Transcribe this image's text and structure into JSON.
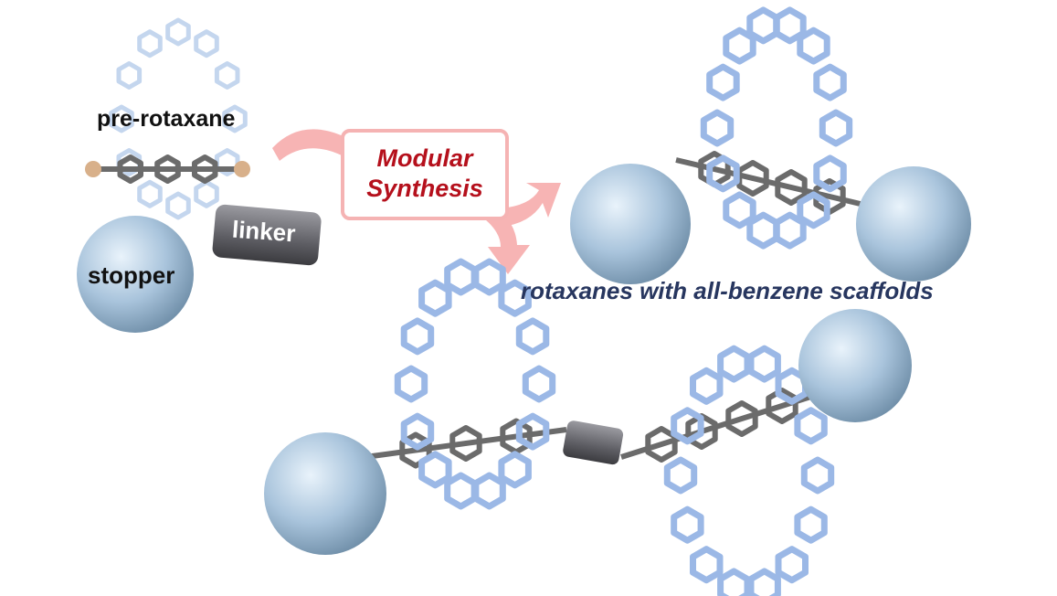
{
  "labels": {
    "pre_rotaxane": "pre-rotaxane",
    "stopper": "stopper",
    "linker": "linker",
    "box_line1": "Modular",
    "box_line2": "Synthesis",
    "product_caption": "rotaxanes with all-benzene scaffolds"
  },
  "colors": {
    "arrow": "#f7b4b4",
    "box_text": "#b5101c",
    "caption": "#27365f",
    "ring": "#9bb8e6",
    "axle": "#6b6b6b",
    "stopper": "#a9c4dc"
  }
}
